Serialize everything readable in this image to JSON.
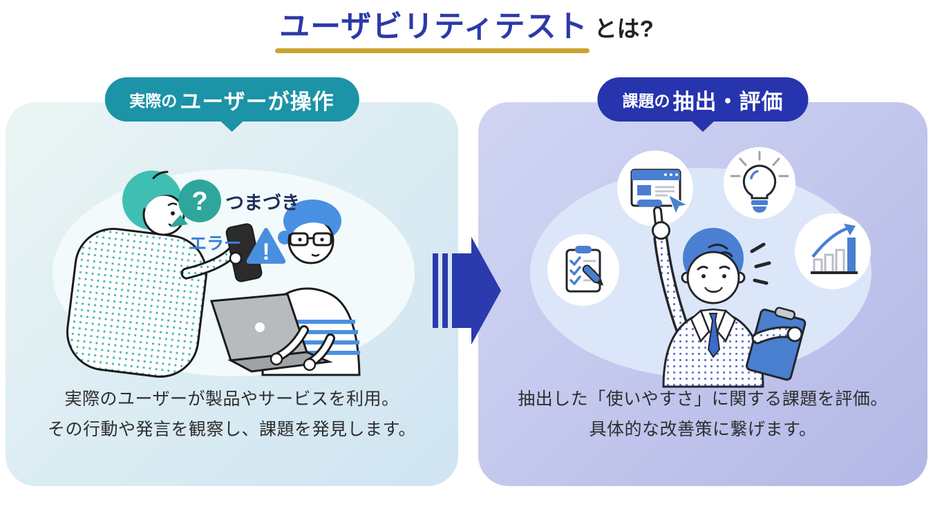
{
  "title": {
    "main": "ユーザビリティテスト",
    "suffix": "とは?"
  },
  "colors": {
    "title_blue": "#2C3AA8",
    "underline_gold": "#C9A42E",
    "badge_teal": "#1C93A7",
    "badge_blue": "#2634AE",
    "arrow_blue": "#2B3AAD",
    "accent_blue": "#4A7FD0",
    "hair_teal": "#3FBFB4",
    "hair_blue": "#4A90E2"
  },
  "panels": {
    "left": {
      "badge": {
        "prefix": "実際の",
        "main": "ユーザーが操作"
      },
      "annotations": {
        "question_mark": "?",
        "stumble": "つまづき",
        "error": "エラー",
        "exclamation": "!"
      },
      "description": {
        "line1": "実際のユーザーが製品やサービスを利用。",
        "line2": "その行動や発言を観察し、課題を発見します。"
      }
    },
    "right": {
      "badge": {
        "prefix": "課題の",
        "main": "抽出・評価"
      },
      "icons": [
        {
          "name": "browser-cursor-icon"
        },
        {
          "name": "lightbulb-icon"
        },
        {
          "name": "growth-chart-icon"
        },
        {
          "name": "checklist-pen-icon"
        }
      ],
      "description": {
        "line1": "抽出した「使いやすさ」に関する課題を評価。",
        "line2": "具体的な改善策に繋げます。"
      }
    }
  }
}
